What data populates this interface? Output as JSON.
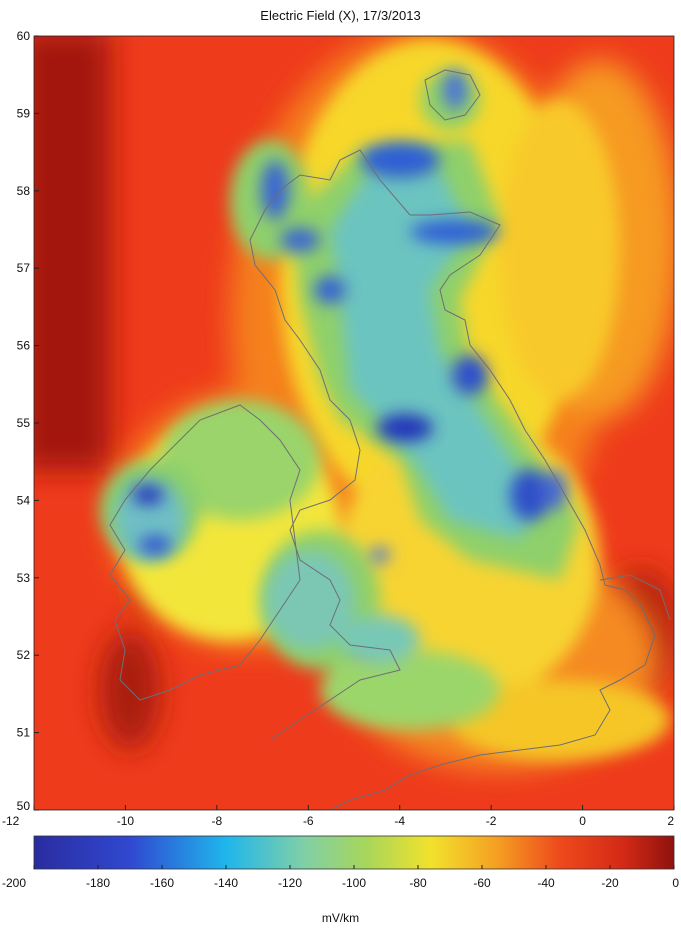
{
  "title": "Electric Field (X), 17/3/2013",
  "colorbar": {
    "unit": "mV/km",
    "range": [
      -200,
      0
    ],
    "ticks": [
      "-200",
      "-180",
      "-160",
      "-140",
      "-120",
      "-100",
      "-80",
      "-60",
      "-40",
      "-20",
      "0"
    ]
  },
  "chart_data": {
    "type": "heatmap",
    "title": "Electric Field (X), 17/3/2013",
    "xlim": [
      -12,
      2
    ],
    "ylim": [
      50,
      60
    ],
    "x_ticks": [
      "-12",
      "-10",
      "-8",
      "-6",
      "-4",
      "-2",
      "0",
      "2"
    ],
    "y_ticks": [
      "50",
      "51",
      "52",
      "53",
      "54",
      "55",
      "56",
      "57",
      "58",
      "59",
      "60"
    ],
    "colorbar_range": [
      -200,
      0
    ],
    "colorbar_label": "mV/km",
    "colormap": "jet",
    "background_value": -20
  }
}
